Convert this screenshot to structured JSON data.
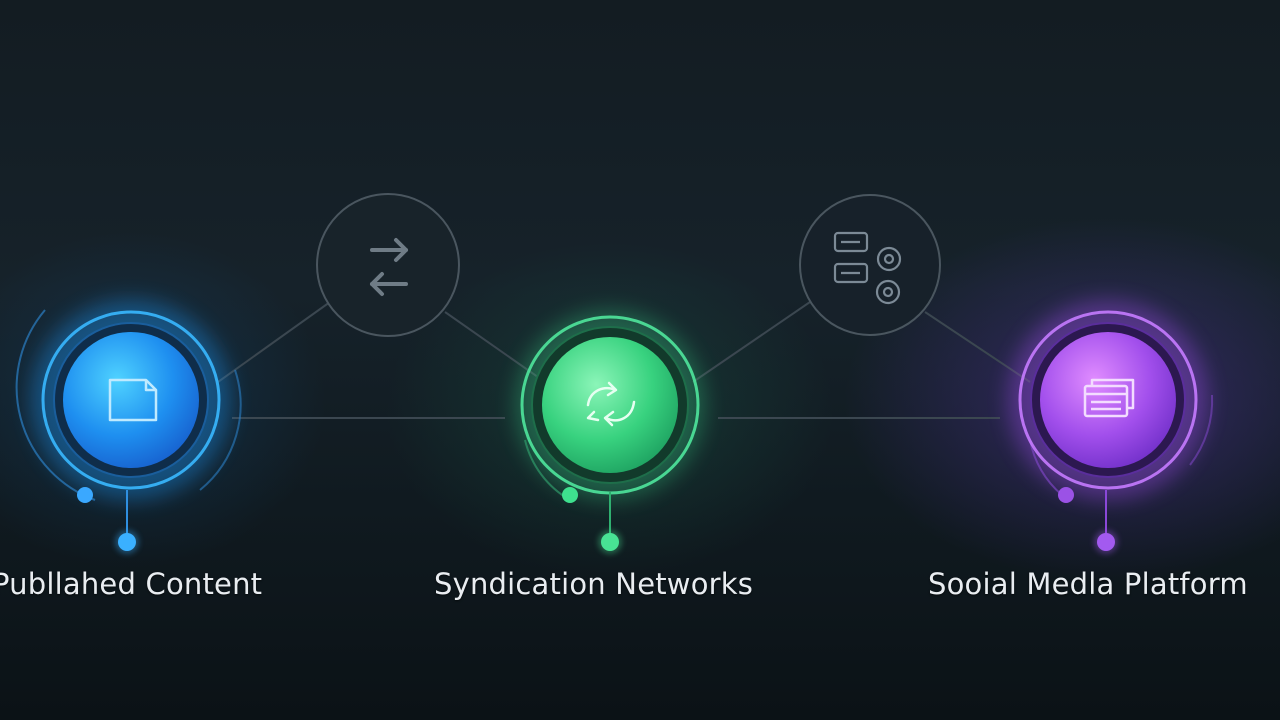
{
  "nodes": [
    {
      "id": "published",
      "label": "Publlahed Content",
      "icon": "document-icon",
      "color": "#2aa8ff"
    },
    {
      "id": "syndication",
      "label": "Syndication Networks",
      "icon": "recycle-icon",
      "color": "#3ee08e"
    },
    {
      "id": "social",
      "label": "Sooial Medla Platform",
      "icon": "window-stack-icon",
      "color": "#b05cf0"
    }
  ],
  "connectors": [
    {
      "id": "exchange",
      "icon": "exchange-arrows-icon"
    },
    {
      "id": "distribution",
      "icon": "apps-grid-icon"
    }
  ],
  "colors": {
    "background": "#131c22",
    "line": "#3a454e",
    "blue": "#2aa8ff",
    "green": "#3ee08e",
    "purple": "#b05cf0"
  }
}
